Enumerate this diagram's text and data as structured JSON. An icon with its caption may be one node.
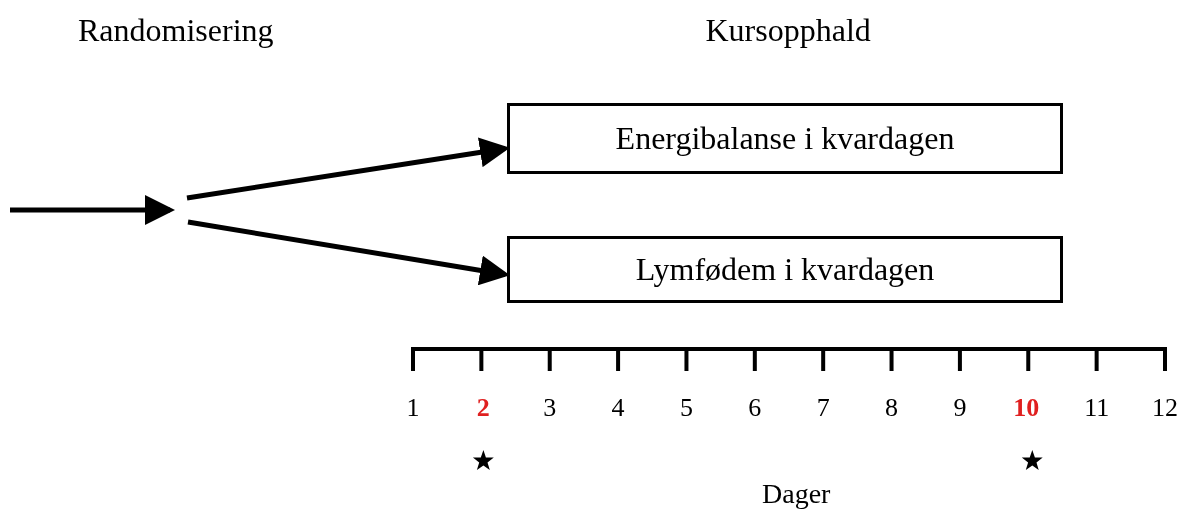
{
  "diagram": {
    "nodes": [
      {
        "text": [
          "Energibalanse i kvardagen"
        ]
      },
      {
        "text": [
          "Lymfødem i kvardagen"
        ]
      }
    ],
    "edges": [
      {
        "from": null,
        "to": 0,
        "arrow": "to"
      },
      {
        "from": null,
        "to": 1,
        "arrow": "to"
      }
    ],
    "labels": [
      "Randomisering",
      "Kursopphald",
      "1",
      "2",
      "3",
      "4",
      "5",
      "6",
      "7",
      "8",
      "9",
      "10",
      "11",
      "12",
      "Dager"
    ]
  }
}
